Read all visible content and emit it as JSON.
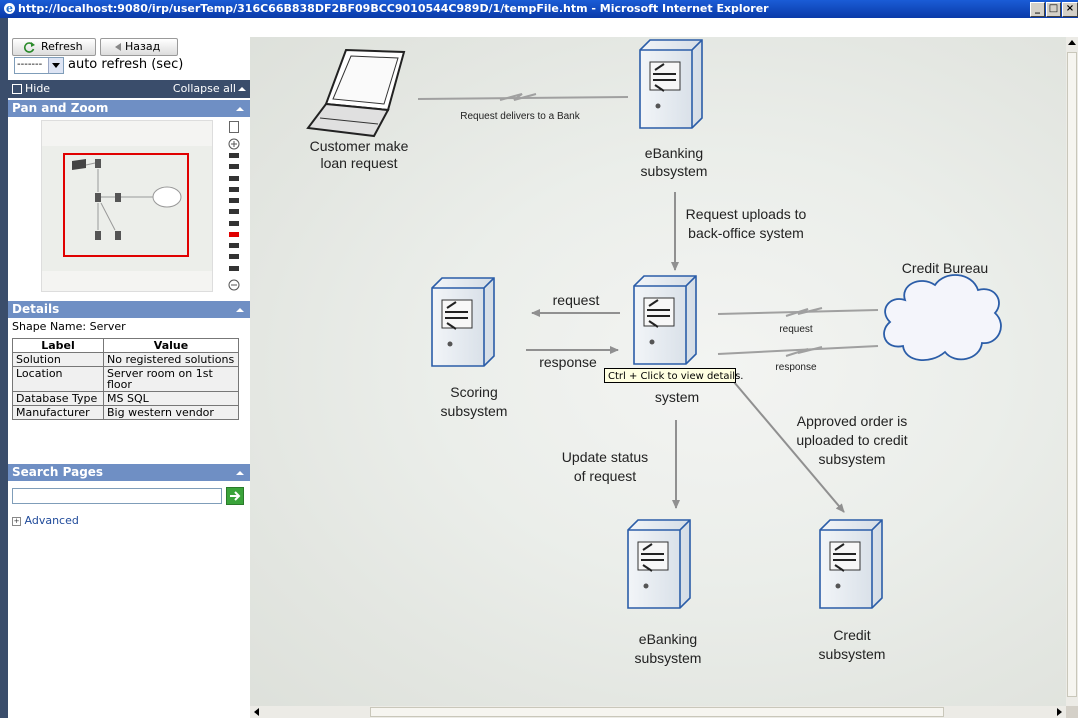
{
  "window": {
    "title": "http://localhost:9080/irp/userTemp/316C66B838DF2BF09BCC9010544C989D/1/tempFile.htm - Microsoft Internet Explorer",
    "minimize": "_",
    "maximize": "□",
    "close": "×"
  },
  "toolbar": {
    "refresh_label": "Refresh",
    "back_label": "Назад",
    "refresh_select_value": "-------",
    "auto_refresh_label": "auto refresh (sec)",
    "hide_label": "Hide",
    "collapse_all_label": "Collapse all"
  },
  "pan_zoom": {
    "title": "Pan and Zoom",
    "zoom_levels": 11,
    "active_level": 7
  },
  "details": {
    "title": "Details",
    "shape_name": "Shape Name: Server",
    "headers": {
      "label": "Label",
      "value": "Value"
    },
    "rows": [
      {
        "label": "Solution",
        "value": "No registered solutions"
      },
      {
        "label": "Location",
        "value": "Server room on 1st floor"
      },
      {
        "label": "Database Type",
        "value": "MS SQL"
      },
      {
        "label": "Manufacturer",
        "value": "Big western vendor"
      }
    ]
  },
  "search": {
    "title": "Search Pages",
    "input_value": "",
    "advanced_label": "Advanced"
  },
  "diagram": {
    "customer_label_1": "Customer make",
    "customer_label_2": "loan request",
    "request_bank_label": "Request delivers to a Bank",
    "ebanking_top_1": "eBanking",
    "ebanking_top_2": "subsystem",
    "upload_label_1": "Request uploads to",
    "upload_label_2": "back-office system",
    "credit_bureau": "Credit Bureau",
    "request_left": "request",
    "response_left": "response",
    "request_right": "request",
    "response_right": "response",
    "scoring_1": "Scoring",
    "scoring_2": "subsystem",
    "backoffice_2": "system",
    "update_1": "Update status",
    "update_2": "of request",
    "approved_1": "Approved order is",
    "approved_2": "uploaded to credit",
    "approved_3": "subsystem",
    "ebanking_bottom_1": "eBanking",
    "ebanking_bottom_2": "subsystem",
    "credit_1": "Credit",
    "credit_2": "subsystem"
  },
  "tooltip": "Ctrl + Click to view details."
}
